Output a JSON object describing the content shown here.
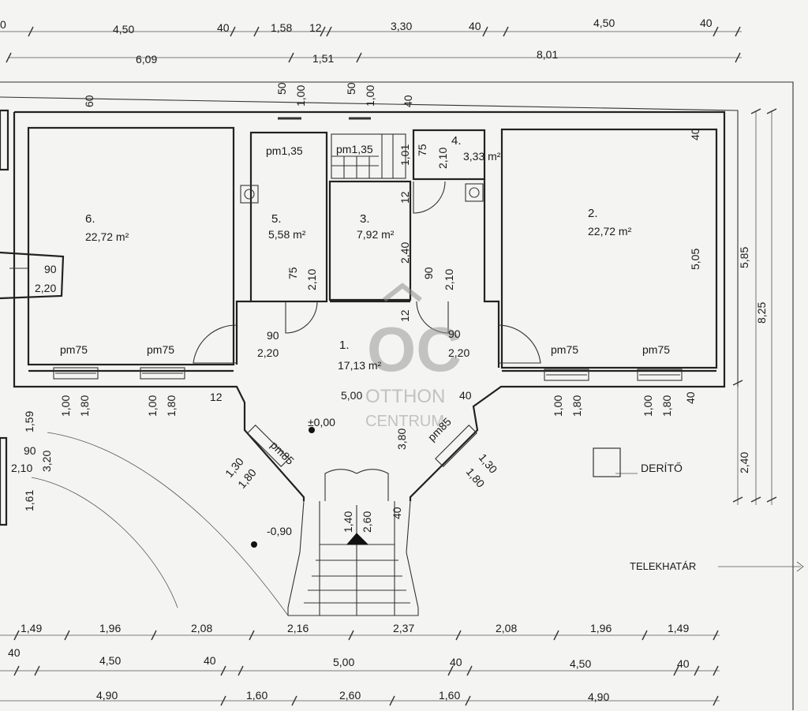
{
  "dimensions": {
    "top_row1": [
      "0",
      "4,50",
      "40",
      "1,58",
      "12",
      "3,30",
      "40",
      "4,50",
      "40"
    ],
    "top_row2": [
      "6,09",
      "1,51",
      "8,01"
    ],
    "bottom_row1": [
      "1,49",
      "1,96",
      "2,08",
      "2,16",
      "2,37",
      "2,08",
      "1,96",
      "1,49"
    ],
    "bottom_row2": [
      "40",
      "4,50",
      "40",
      "5,00",
      "40",
      "4,50",
      "40"
    ],
    "bottom_row3": [
      "4,90",
      "1,60",
      "2,60",
      "1,60",
      "4,90"
    ],
    "right_vertical": [
      "5,85",
      "8,25",
      "2,40",
      "40",
      "5,05",
      "40"
    ],
    "window_top": [
      "50",
      "1,00",
      "50",
      "1,00",
      "60",
      "40"
    ],
    "inner": [
      "90",
      "2,20",
      "90",
      "2,20",
      "90",
      "2,20",
      "75",
      "2,10",
      "90",
      "2,10",
      "12",
      "2,40",
      "12",
      "1,01",
      "75",
      "2,10",
      "12",
      "5,00",
      "40",
      "40",
      "3,80"
    ],
    "windows_front": [
      "1,00",
      "1,80",
      "1,00",
      "1,80",
      "1,00",
      "1,80",
      "1,00",
      "1,80"
    ],
    "angled": [
      "1,30",
      "1,80",
      "1,30",
      "1,80"
    ],
    "stairs": [
      "1,40",
      "2,60",
      "40"
    ],
    "left_side": [
      "1,59",
      "90",
      "2,10",
      "3,20",
      "1,61"
    ]
  },
  "rooms": [
    {
      "number": "1.",
      "area": "17,13 m²"
    },
    {
      "number": "2.",
      "area": "22,72 m²"
    },
    {
      "number": "3.",
      "area": "7,92 m²"
    },
    {
      "number": "4.",
      "area": "3,33 m²"
    },
    {
      "number": "5.",
      "area": "5,58 m²"
    },
    {
      "number": "6.",
      "area": "22,72 m²"
    }
  ],
  "openings": [
    "pm1,35",
    "pm1,35",
    "pm75",
    "pm75",
    "pm75",
    "pm75",
    "pm85",
    "pm85"
  ],
  "levels": [
    "±0,00",
    "-0,90"
  ],
  "labels": {
    "septic": "DERÍTŐ",
    "boundary": "TELEKHATÁR"
  },
  "watermark": {
    "line1": "OTTHON",
    "line2": "CENTRUM"
  }
}
